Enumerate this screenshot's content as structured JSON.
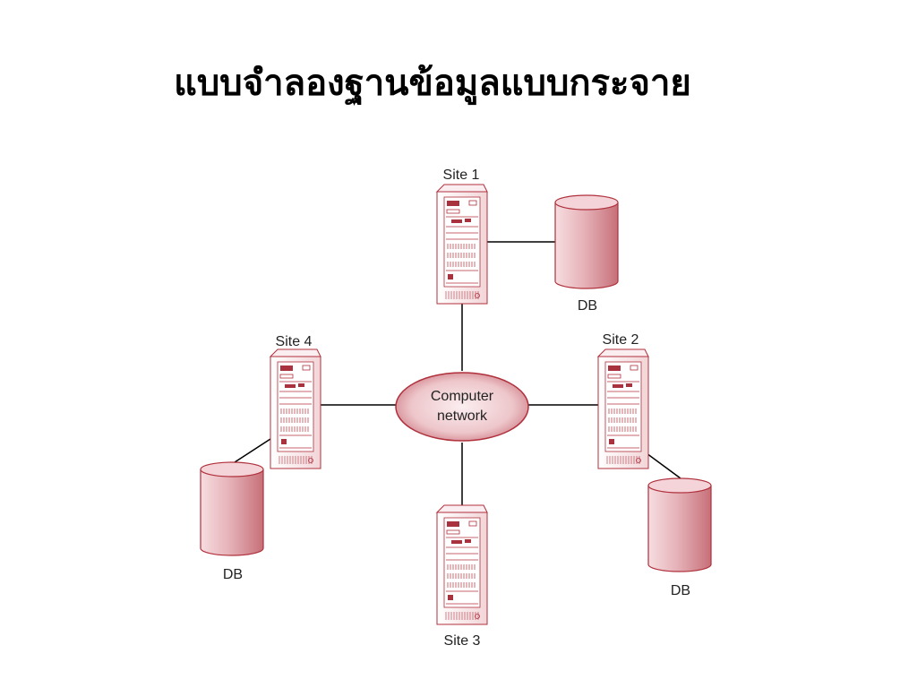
{
  "title": "แบบจำลองฐานข้อมูลแบบกระจาย",
  "network_label_line1": "Computer",
  "network_label_line2": "network",
  "sites": [
    {
      "label": "Site 1",
      "db_label": "DB"
    },
    {
      "label": "Site 2",
      "db_label": "DB"
    },
    {
      "label": "Site 3"
    },
    {
      "label": "Site 4",
      "db_label": "DB"
    }
  ],
  "colors": {
    "outline": "#b0303c",
    "fill_light": "#fbeef0",
    "fill_mid": "#dc9ea5",
    "fill_dark": "#a8323e",
    "line": "#000000"
  }
}
